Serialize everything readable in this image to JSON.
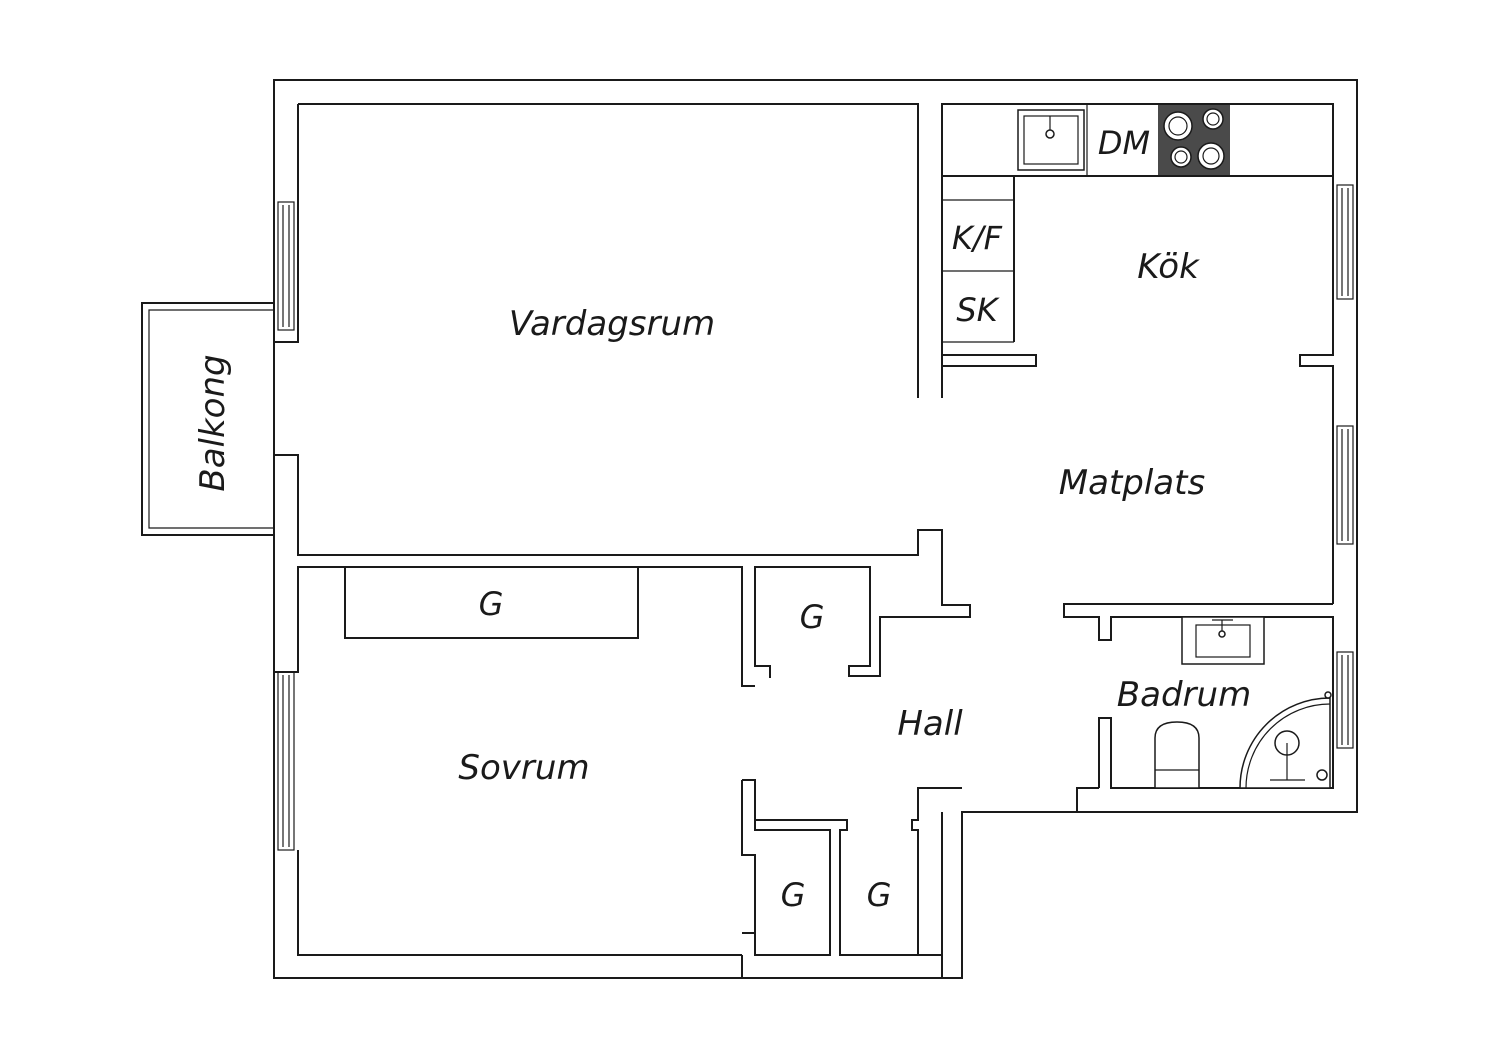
{
  "rooms": {
    "vardagsrum": "Vardagsrum",
    "kok": "Kök",
    "matplats": "Matplats",
    "balkong": "Balkong",
    "sovrum": "Sovrum",
    "hall": "Hall",
    "badrum": "Badrum"
  },
  "fixtures": {
    "dm": "DM",
    "kf": "K/F",
    "sk": "SK",
    "g": "G"
  },
  "colors": {
    "wall": "#1a1a1a",
    "background": "#ffffff",
    "stove": "#4a4a4a"
  }
}
